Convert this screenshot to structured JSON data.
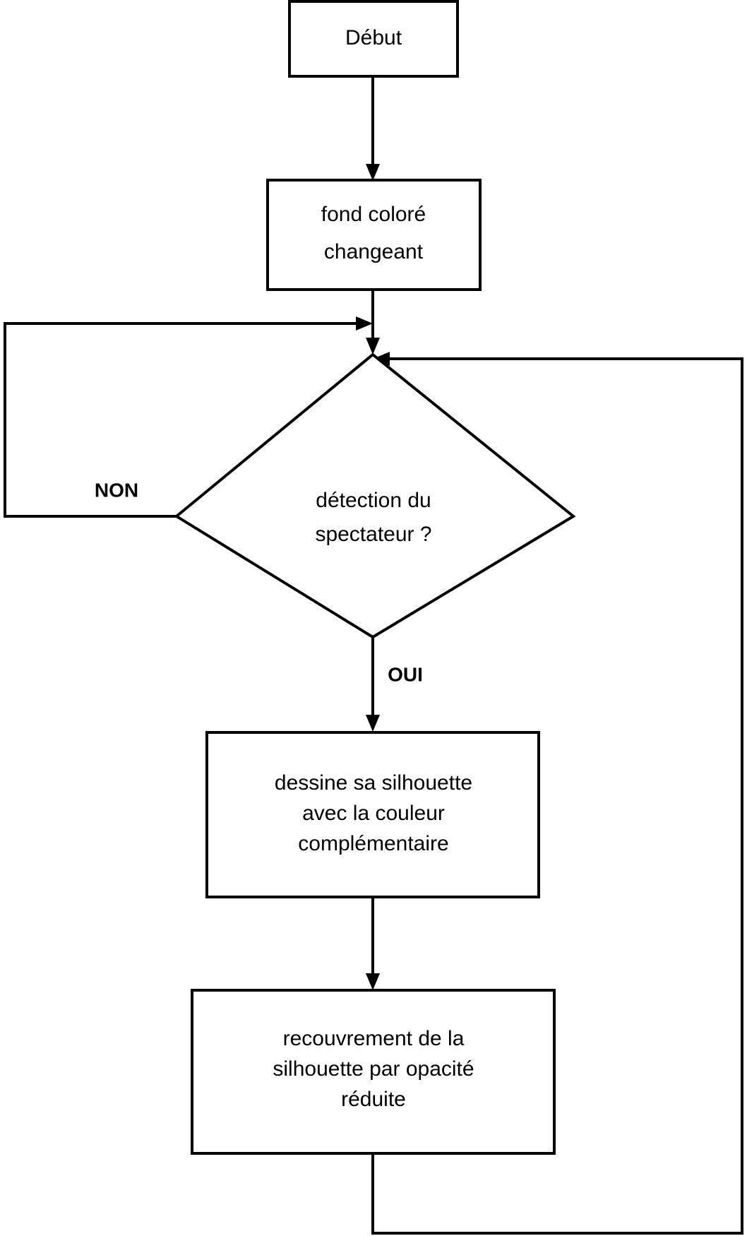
{
  "diagram": {
    "type": "flowchart",
    "language": "fr",
    "title": "",
    "colors": {
      "stroke": "#000000",
      "fill": "#ffffff",
      "text": "#000000"
    },
    "nodes": [
      {
        "id": "start",
        "shape": "rectangle",
        "label": "Début",
        "lines": [
          "Début"
        ]
      },
      {
        "id": "background",
        "shape": "rectangle",
        "label": "fond coloré changeant",
        "lines": [
          "fond coloré",
          "changeant"
        ]
      },
      {
        "id": "decision",
        "shape": "diamond",
        "label": "détection du spectateur ?",
        "lines": [
          "détection du",
          "spectateur ?"
        ]
      },
      {
        "id": "draw-silhouette",
        "shape": "rectangle",
        "label": "dessine sa silhouette avec la couleur complémentaire",
        "lines": [
          "dessine sa silhouette",
          "avec la couleur",
          "complémentaire"
        ]
      },
      {
        "id": "overlay",
        "shape": "rectangle",
        "label": "recouvrement de la silhouette par opacité réduite",
        "lines": [
          "recouvrement de la",
          "silhouette par opacité",
          "réduite"
        ]
      }
    ],
    "edges": [
      {
        "id": "start-to-background",
        "from": "start",
        "to": "background",
        "label": ""
      },
      {
        "id": "background-to-decision",
        "from": "background",
        "to": "decision",
        "label": ""
      },
      {
        "id": "decision-no-loop",
        "from": "decision",
        "to": "decision",
        "label": "NON"
      },
      {
        "id": "decision-yes",
        "from": "decision",
        "to": "draw-silhouette",
        "label": "OUI"
      },
      {
        "id": "draw-to-overlay",
        "from": "draw-silhouette",
        "to": "overlay",
        "label": ""
      },
      {
        "id": "overlay-return",
        "from": "overlay",
        "to": "decision",
        "label": ""
      }
    ],
    "branch_labels": {
      "no": "NON",
      "yes": "OUI"
    }
  }
}
